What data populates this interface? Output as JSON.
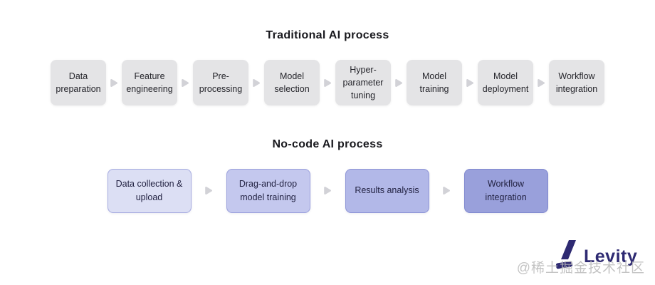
{
  "traditional": {
    "title": "Traditional AI process",
    "steps": [
      "Data preparation",
      "Feature engineering",
      "Pre-processing",
      "Model selection",
      "Hyper-parameter tuning",
      "Model training",
      "Model deployment",
      "Workflow integration"
    ]
  },
  "nocode": {
    "title": "No-code AI process",
    "steps": [
      "Data collection & upload",
      "Drag-and-drop model training",
      "Results analysis",
      "Workflow integration"
    ],
    "fills": [
      "#dcdff4",
      "#c4c8ee",
      "#b2b8e8",
      "#99a0db"
    ],
    "borders": [
      "#a6abe0",
      "#9aa0dc",
      "#8d94d6",
      "#8089cf"
    ]
  },
  "brand": {
    "name": "Levity",
    "color": "#2e2a72"
  },
  "watermark": {
    "text": "@稀土掘金技术社区"
  },
  "icons": {
    "arrow": "arrow-right-icon",
    "logo": "levity-logo-icon"
  },
  "colors": {
    "background": "#ffffff",
    "step_fill": "#e4e4e6",
    "arrow": "#d2d2d7",
    "title_text": "#18181d",
    "step_text": "#26262c",
    "nocode_text": "#222242"
  }
}
